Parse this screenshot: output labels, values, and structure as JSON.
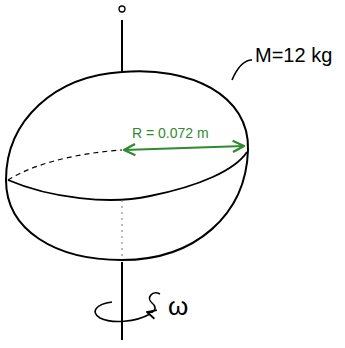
{
  "diagram": {
    "labels": [
      "M=12 kg",
      "R = 0.072 m",
      "ω"
    ]
  }
}
